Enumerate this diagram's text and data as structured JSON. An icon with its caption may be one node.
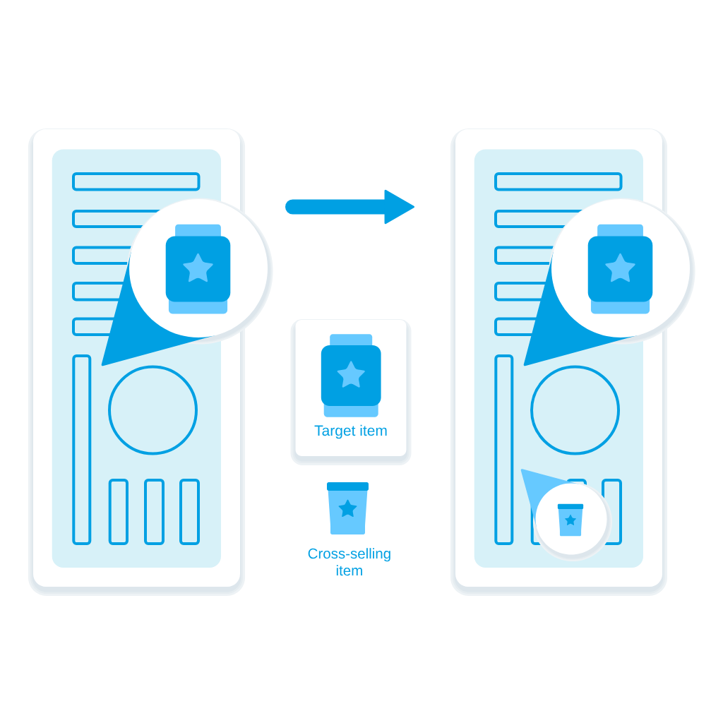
{
  "diagram": {
    "nodes": [
      {
        "text": [],
        "shape": "box"
      },
      {
        "text": [],
        "shape": "box"
      },
      {
        "text": [
          "Target item"
        ]
      }
    ],
    "edges": [
      {
        "from": 0,
        "to": 1,
        "arrow": "to"
      }
    ],
    "labels": [
      "Cross-selling item"
    ]
  }
}
